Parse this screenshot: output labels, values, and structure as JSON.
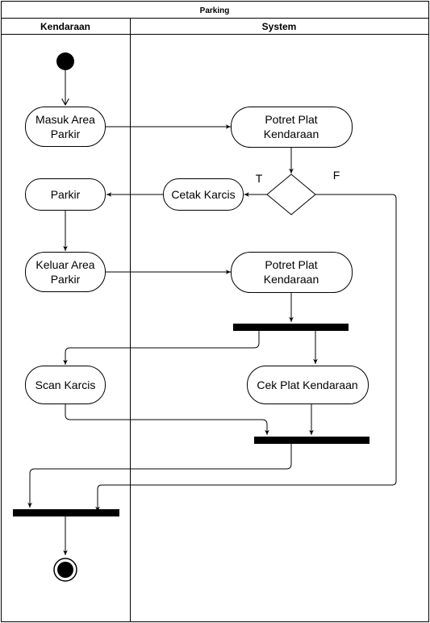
{
  "diagram": {
    "title": "Parking",
    "lanes": [
      {
        "id": "kendaraan",
        "label": "Kendaraan"
      },
      {
        "id": "system",
        "label": "System"
      }
    ],
    "activities": {
      "masuk": [
        "Masuk Area",
        "Parkir"
      ],
      "potret1": [
        "Potret Plat",
        "Kendaraan"
      ],
      "parkir": [
        "Parkir"
      ],
      "cetak": [
        "Cetak Karcis"
      ],
      "keluar": [
        "Keluar Area",
        "Parkir"
      ],
      "potret2": [
        "Potret Plat",
        "Kendaraan"
      ],
      "scan": [
        "Scan Karcis"
      ],
      "cek": [
        "Cek Plat Kendaraan"
      ]
    },
    "branch_labels": {
      "true": "T",
      "false": "F"
    },
    "colors": {
      "stroke": "#000000",
      "fill": "#ffffff",
      "bar": "#000000"
    }
  }
}
